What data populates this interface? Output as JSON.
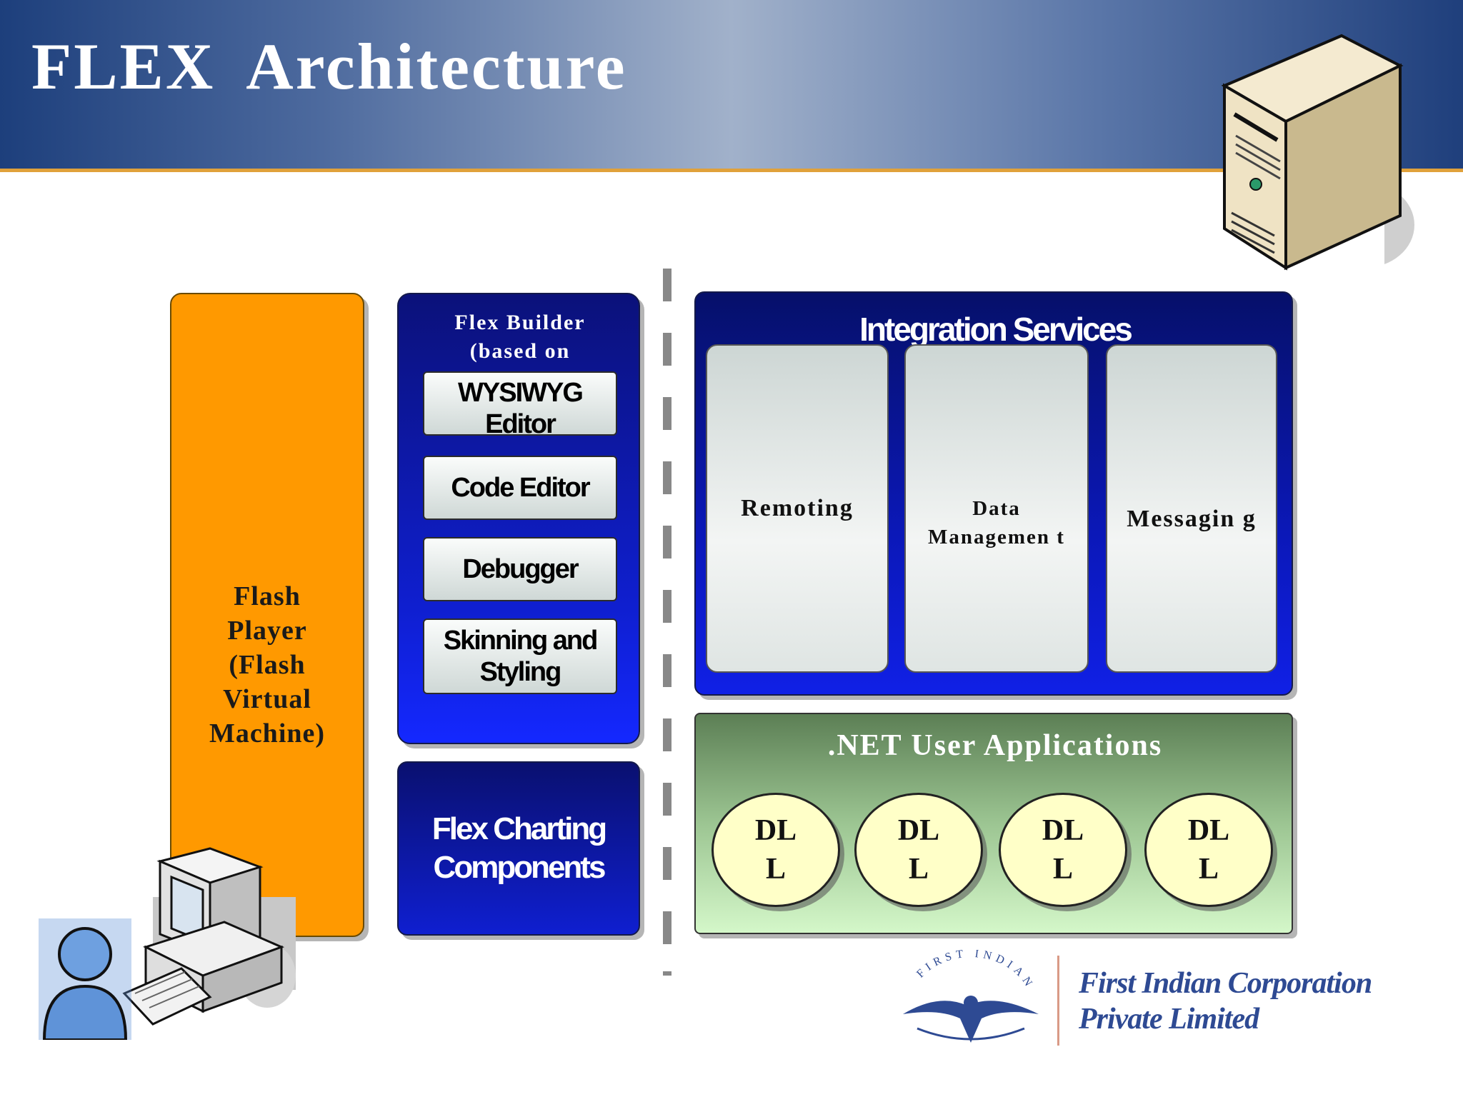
{
  "header": {
    "title": "FLEX  Architecture"
  },
  "flash_player": {
    "label": "Flash Player (Flash Virtual Machine)"
  },
  "flex_builder": {
    "title": "Flex Builder (based on",
    "tools": [
      "WYSIWYG Editor",
      "Code Editor",
      "Debugger",
      "Skinning and Styling"
    ]
  },
  "charting": {
    "label": "Flex Charting Components"
  },
  "integration": {
    "title": "Integration Services",
    "services": [
      "Remoting",
      "Data Managemen t",
      "Messagin g"
    ]
  },
  "dotnet": {
    "title": ".NET User Applications",
    "dlls": [
      "DL L",
      "DL L",
      "DL L",
      "DL L"
    ]
  },
  "brand": {
    "seal_text": "FIRST INDIAN",
    "line1": "First Indian Corporation",
    "line2": "Private Limited",
    "color": "#2e4a93"
  },
  "icons": [
    "server-icon",
    "user-icon",
    "computer-icon",
    "eagle-logo-icon"
  ]
}
